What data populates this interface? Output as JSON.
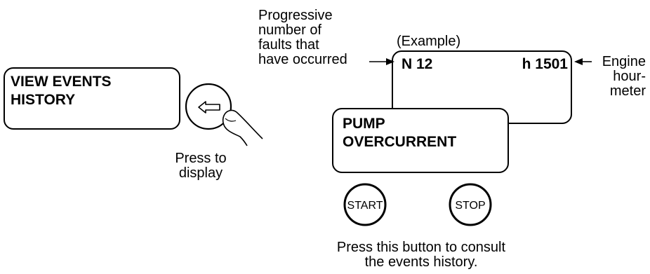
{
  "menu_display": {
    "line1": "VIEW EVENTS",
    "line2": "HISTORY"
  },
  "press_to_display": {
    "line1": "Press to",
    "line2": "display"
  },
  "history_display": {
    "example_label": "(Example)",
    "fault_number": "N 12",
    "hour_meter": "h 1501"
  },
  "fault_display": {
    "line1": "PUMP",
    "line2": "OVERCURRENT"
  },
  "annotations": {
    "progressive": [
      "Progressive",
      "number of",
      "faults that",
      "have occurred"
    ],
    "engine": [
      "Engine",
      "hour-",
      "meter"
    ]
  },
  "buttons": {
    "start": "START",
    "stop": "STOP"
  },
  "caption": {
    "line1": "Press this button to consult",
    "line2": "the events history."
  }
}
